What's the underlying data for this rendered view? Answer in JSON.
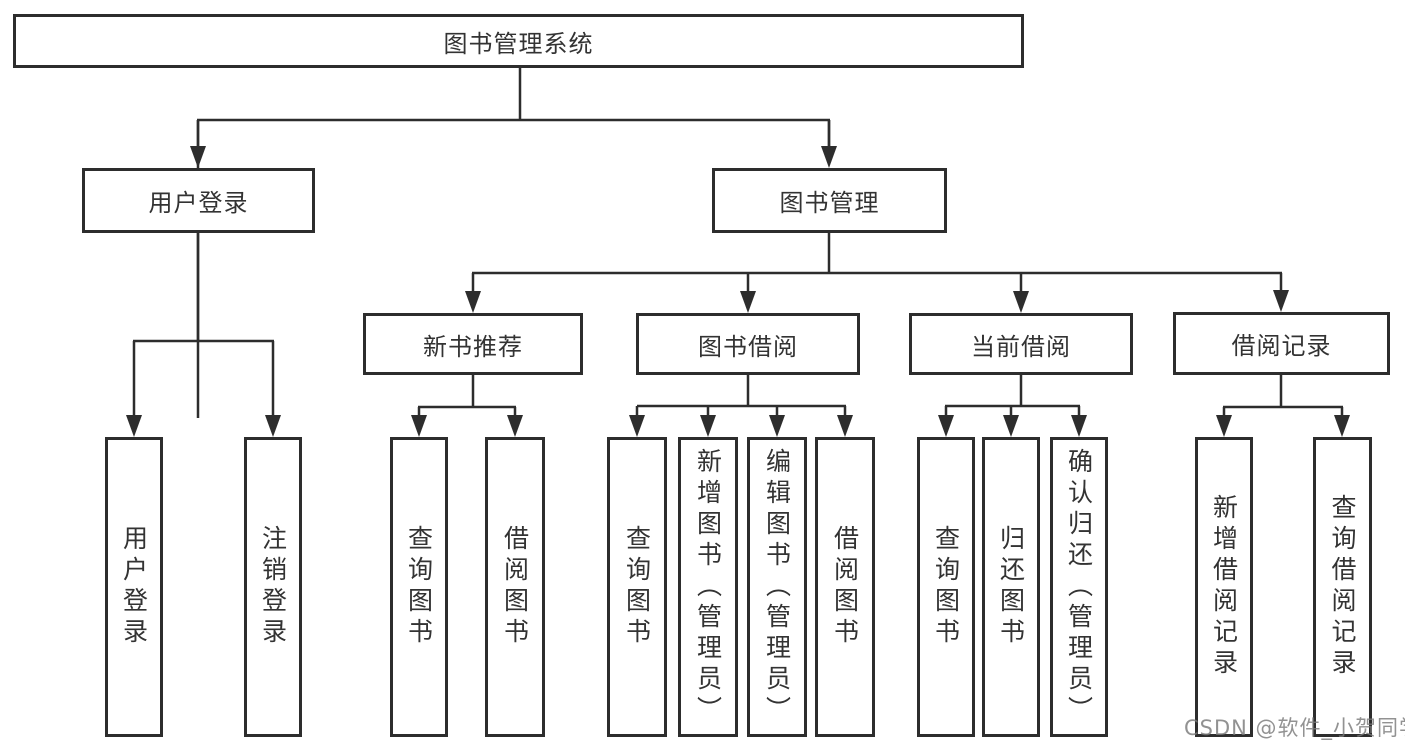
{
  "diagram": {
    "root": {
      "label": "图书管理系统"
    },
    "children": [
      {
        "label": "用户登录",
        "children": [
          {
            "label": "用户登录"
          },
          {
            "label": "注销登录"
          }
        ]
      },
      {
        "label": "图书管理",
        "children": [
          {
            "label": "新书推荐",
            "children": [
              {
                "label": "查询图书"
              },
              {
                "label": "借阅图书"
              }
            ]
          },
          {
            "label": "图书借阅",
            "children": [
              {
                "label": "查询图书"
              },
              {
                "label": "新增图书（管理员）"
              },
              {
                "label": "编辑图书（管理员）"
              },
              {
                "label": "借阅图书"
              }
            ]
          },
          {
            "label": "当前借阅",
            "children": [
              {
                "label": "查询图书"
              },
              {
                "label": "归还图书"
              },
              {
                "label": "确认归还（管理员）"
              }
            ]
          },
          {
            "label": "借阅记录",
            "children": [
              {
                "label": "新增借阅记录"
              },
              {
                "label": "查询借阅记录"
              }
            ]
          }
        ]
      }
    ]
  },
  "watermark": {
    "text": "CSDN @软件_小贺同学"
  },
  "colors": {
    "line": "#2d2d2d",
    "box_border": "#2d2d2d",
    "text": "#333333",
    "background": "#ffffff",
    "watermark": "#7a7a7a"
  }
}
